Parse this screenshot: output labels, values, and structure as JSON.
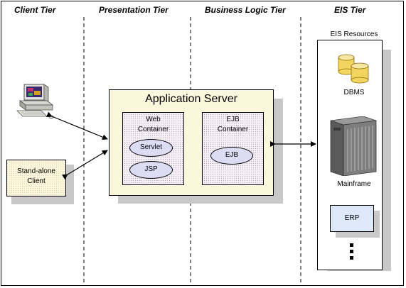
{
  "tiers": {
    "client": "Client Tier",
    "presentation": "Presentation Tier",
    "business": "Business Logic Tier",
    "eis": "EIS Tier"
  },
  "client": {
    "standalone_line1": "Stand-alone",
    "standalone_line2": "Client"
  },
  "app_server": {
    "title": "Application Server",
    "web_container": {
      "line1": "Web",
      "line2": "Container",
      "servlet": "Servlet",
      "jsp": "JSP"
    },
    "ejb_container": {
      "line1": "EJB",
      "line2": "Container",
      "ejb": "EJB"
    }
  },
  "eis": {
    "title": "EIS Resources",
    "dbms": "DBMS",
    "mainframe": "Mainframe",
    "erp": "ERP"
  },
  "colors": {
    "cream": "#fbf7dc",
    "component_fill": "#dcdcf5",
    "erp_fill": "#dde8f8",
    "shadow": "#c8c8c8",
    "db_yellow": "#f2d45e"
  },
  "icons": [
    "desktop-computer-icon",
    "database-icon",
    "server-tower-icon",
    "ellipsis-icon"
  ]
}
